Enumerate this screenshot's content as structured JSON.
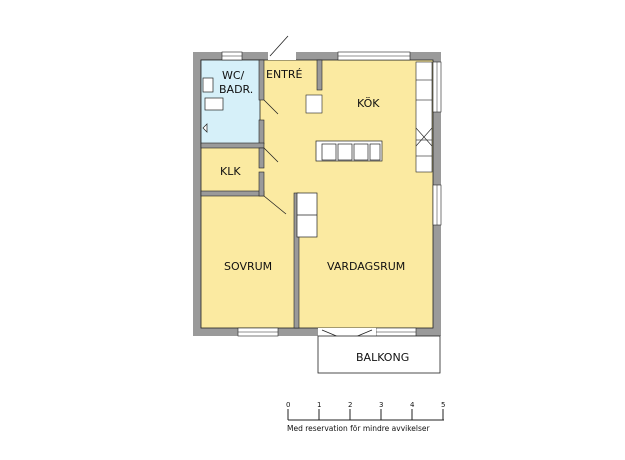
{
  "rooms": {
    "wc": "WC/",
    "wc2": "BADR.",
    "entre": "ENTRÉ",
    "kok": "KÖK",
    "klk": "KLK",
    "sovrum": "SOVRUM",
    "vardagsrum": "VARDAGSRUM",
    "balkong": "BALKONG"
  },
  "scale": {
    "ticks": [
      "0",
      "1",
      "2",
      "3",
      "4",
      "5"
    ],
    "caption": "Med reservation för mindre avvikelser"
  },
  "colors": {
    "floor": "#fbeaa1",
    "wet_room": "#d6f0f9",
    "wall": "#9a9a9a",
    "line": "#222222"
  }
}
